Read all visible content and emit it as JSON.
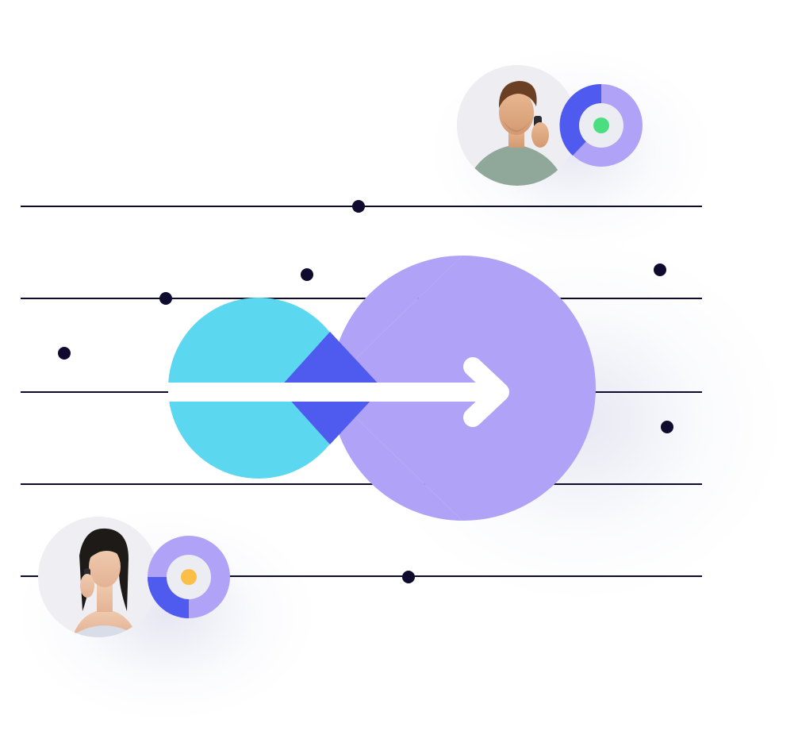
{
  "scene": {
    "background": "#ffffff",
    "line_color": "#0f0b2f",
    "dot_color": "#0f0b2f",
    "cyan_circle_color": "#5bd7f0",
    "purple_circle_color": "#b0a2f6",
    "overlap_color": "#4f5bef",
    "arrow_color": "#ffffff"
  },
  "callers": [
    {
      "name": "caller-man",
      "description_icon": "person-on-phone-avatar",
      "status_ring_outer": "#b0a2f6",
      "status_ring_segment": "#4f5bef",
      "status_inner": "#ececf3",
      "status_dot_color": "#4ade80"
    },
    {
      "name": "caller-woman",
      "description_icon": "person-on-phone-avatar",
      "status_ring_outer": "#b0a2f6",
      "status_ring_segment": "#4f5bef",
      "status_inner": "#ececf3",
      "status_dot_color": "#fbbf47"
    }
  ]
}
